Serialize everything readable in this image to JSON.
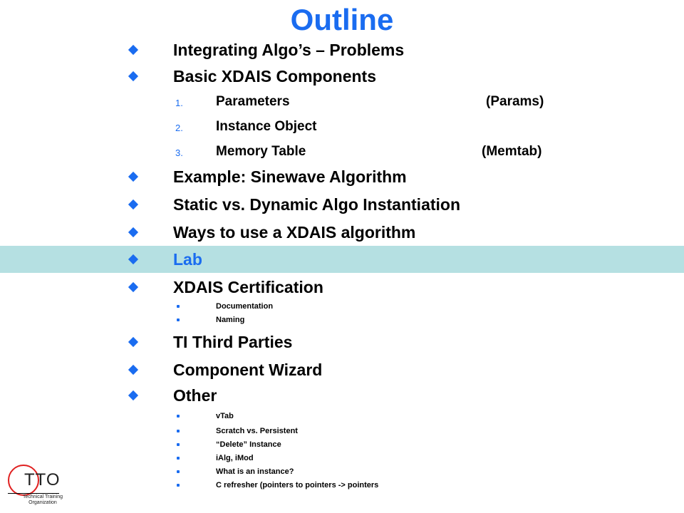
{
  "title": "Outline",
  "items": {
    "integrating": "Integrating Algo’s – Problems",
    "basic": "Basic XDAIS Components",
    "example": "Example:  Sinewave Algorithm",
    "static": "Static vs. Dynamic Algo Instantiation",
    "ways": "Ways to use a XDAIS algorithm",
    "lab": "Lab",
    "cert": "XDAIS Certification",
    "third": "TI Third Parties",
    "wizard": "Component Wizard",
    "other": "Other"
  },
  "components": [
    {
      "num": "1.",
      "label": "Parameters",
      "note": "(Params)"
    },
    {
      "num": "2.",
      "label": "Instance Object",
      "note": ""
    },
    {
      "num": "3.",
      "label": "Memory Table",
      "note": "(Memtab)"
    }
  ],
  "cert_sub": [
    "Documentation",
    "Naming"
  ],
  "other_sub": [
    "vTab",
    "Scratch vs. Persistent",
    "“Delete” Instance",
    "iAlg, iMod",
    "What is an instance?",
    "C refresher (pointers to pointers -> pointers"
  ],
  "active_item": "Lab",
  "colors": {
    "accent": "#1a6cf0",
    "highlight": "#b5e0e2",
    "logo_ring": "#e02020"
  },
  "logo": {
    "text": "TTO",
    "subtitle": "Technical Training Organization"
  }
}
